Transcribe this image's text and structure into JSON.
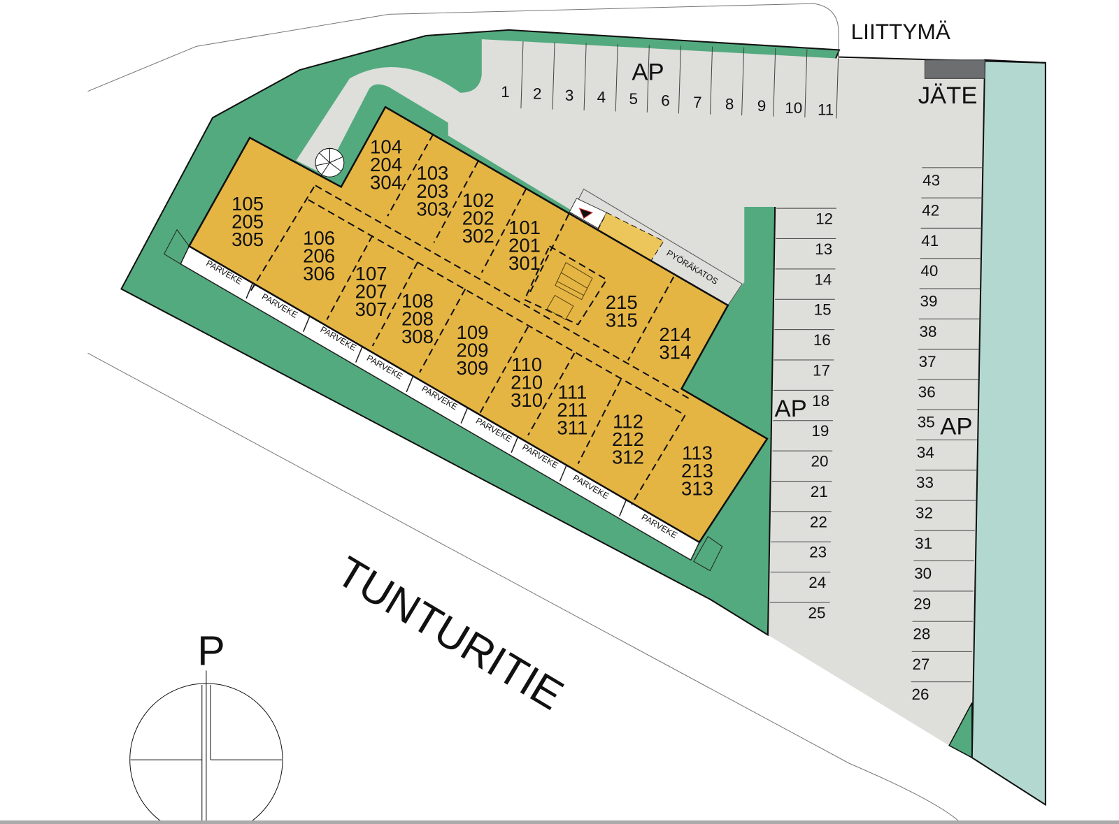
{
  "labels": {
    "entrance": "LIITTYMÄ",
    "waste": "JÄTE",
    "parking_top": "AP",
    "parking_middle": "AP",
    "parking_right": "AP",
    "bike_shelter": "PYÖRÄKATOS",
    "road": "TUNTURITIE",
    "north": "P",
    "balcony": "PARVEKE"
  },
  "units": [
    [
      "105",
      "205",
      "305"
    ],
    [
      "104",
      "204",
      "304"
    ],
    [
      "103",
      "203",
      "303"
    ],
    [
      "102",
      "202",
      "302"
    ],
    [
      "101",
      "201",
      "301"
    ],
    [
      "106",
      "206",
      "306"
    ],
    [
      "107",
      "207",
      "307"
    ],
    [
      "108",
      "208",
      "308"
    ],
    [
      "109",
      "209",
      "309"
    ],
    [
      "110",
      "210",
      "310"
    ],
    [
      "111",
      "211",
      "311"
    ],
    [
      "112",
      "212",
      "312"
    ],
    [
      "113",
      "213",
      "313"
    ],
    [
      "215",
      "315"
    ],
    [
      "214",
      "314"
    ]
  ],
  "parking_top_row": [
    "1",
    "2",
    "3",
    "4",
    "5",
    "6",
    "7",
    "8",
    "9",
    "10",
    "11"
  ],
  "parking_middle_row": [
    "12",
    "13",
    "14",
    "15",
    "16",
    "17",
    "18",
    "19",
    "20",
    "21",
    "22",
    "23",
    "24",
    "25"
  ],
  "parking_right_row": [
    "43",
    "42",
    "41",
    "40",
    "39",
    "38",
    "37",
    "36",
    "35",
    "34",
    "33",
    "32",
    "31",
    "30",
    "29",
    "28",
    "27",
    "26"
  ],
  "balcony_count": 9,
  "colors": {
    "building": "#e5b544",
    "green": "#53aa7e",
    "parking": "#dededb",
    "teal": "#b3d8cf",
    "waste": "#6d6e70",
    "bike": "#ecc65a"
  }
}
